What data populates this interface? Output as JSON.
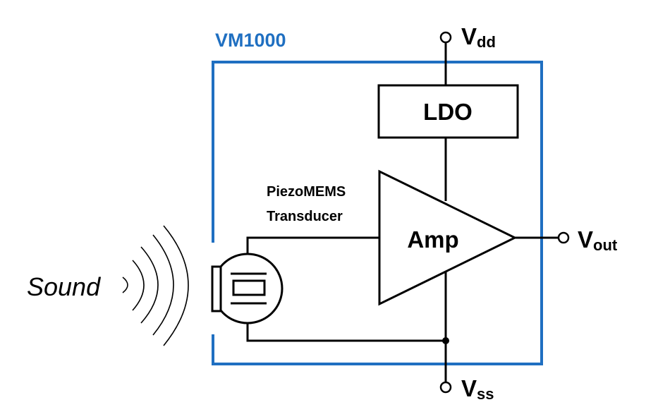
{
  "colors": {
    "module_outline": "#1f6fc1",
    "module_title": "#1f6fc1",
    "wire": "#000000",
    "background": "#ffffff"
  },
  "module": {
    "title": "VM1000"
  },
  "blocks": {
    "ldo": "LDO",
    "amp": "Amp",
    "transducer_line1": "PiezoMEMS",
    "transducer_line2": "Transducer"
  },
  "terminals": {
    "vdd": {
      "main": "V",
      "sub": "dd"
    },
    "vout": {
      "main": "V",
      "sub": "out"
    },
    "vss": {
      "main": "V",
      "sub": "ss"
    }
  },
  "input": {
    "label": "Sound"
  },
  "icons": {
    "sound_waves": "sound-waves-icon",
    "terminal_node": "open-circle-terminal-icon",
    "junction": "junction-dot-icon",
    "transducer": "piezo-transducer-icon"
  }
}
